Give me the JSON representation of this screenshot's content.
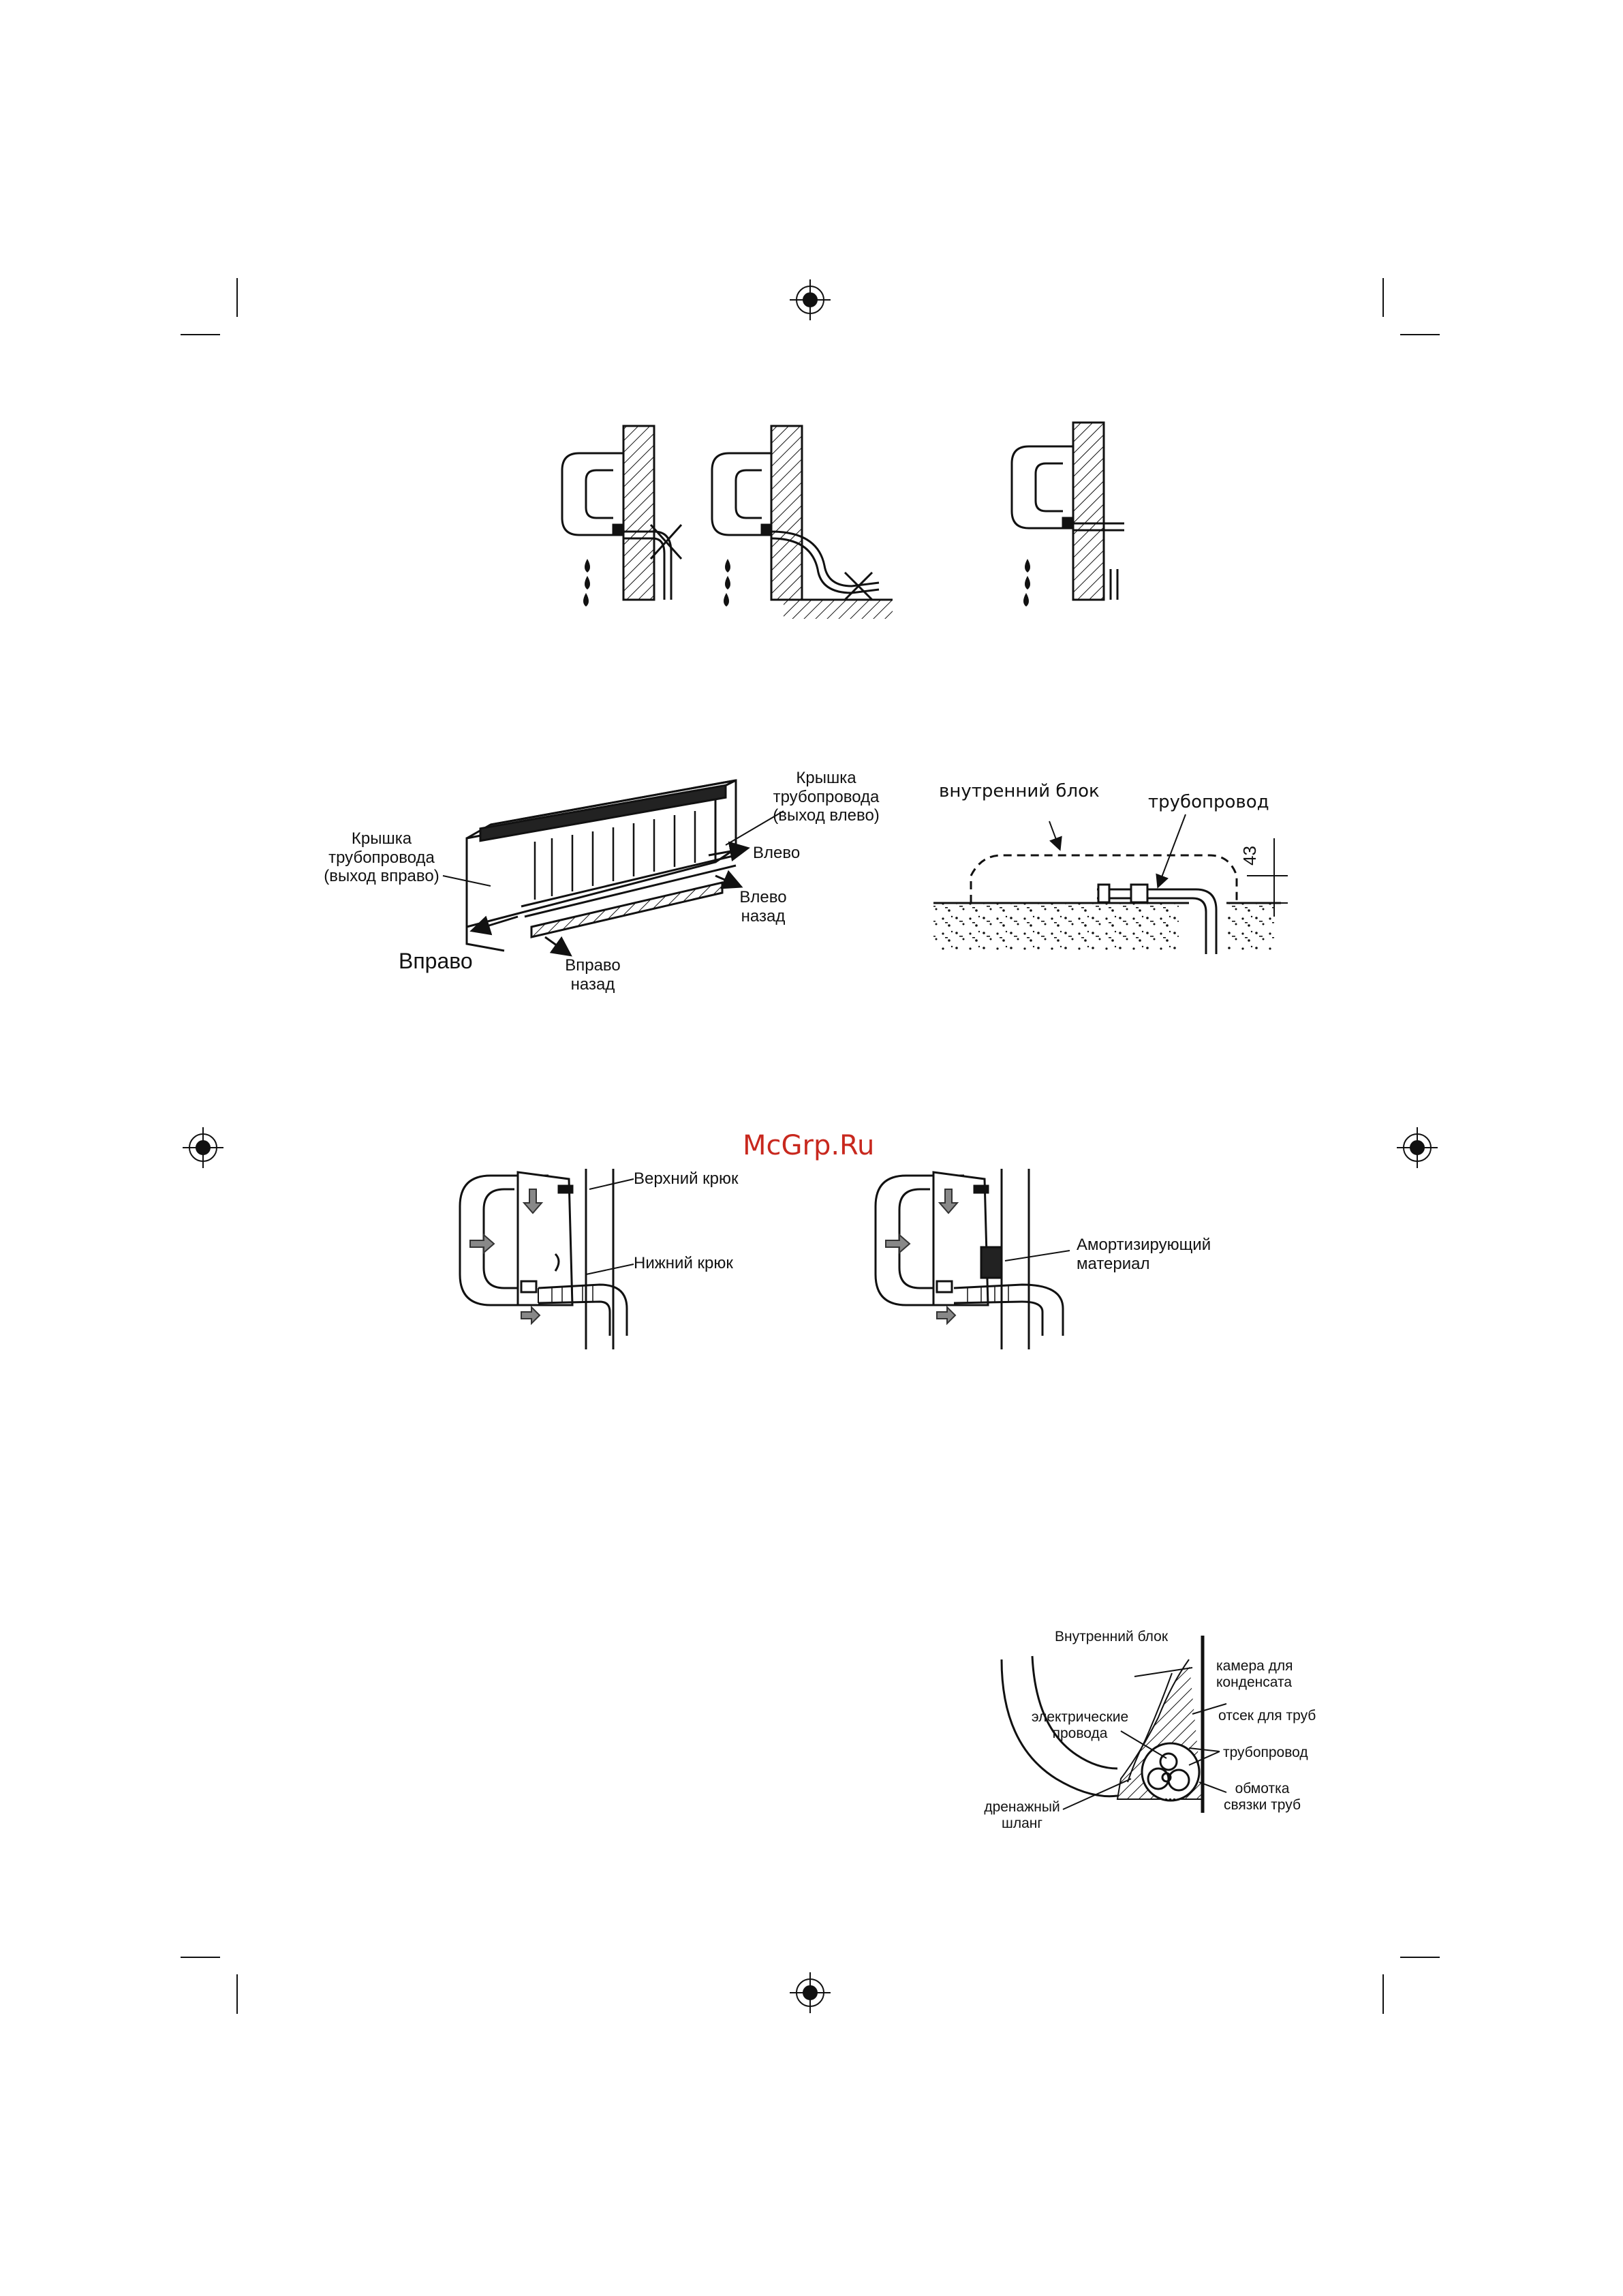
{
  "watermark": "McGrp.Ru",
  "fig_ports": {
    "cover_right": "Крышка\nтрубопровода\n(выход вправо)",
    "cover_left": "Крышка\nтрубопровода\n(выход влево)",
    "left": "Влево",
    "left_back": "Влево\nназад",
    "right": "Вправо",
    "right_back": "Вправо\nназад"
  },
  "fig_pipe": {
    "indoor_unit": "внутренний блок",
    "pipe": "трубопровод",
    "dimension": "43"
  },
  "fig_hooks": {
    "upper_hook": "Верхний крюк",
    "lower_hook": "Нижний крюк",
    "damping": "Амортизирующий\nматериал"
  },
  "fig_section": {
    "indoor_unit": "Внутренний блок",
    "chamber": "камера для\nконденсата",
    "compartment": "отсек для труб",
    "wires": "электрические\nпровода",
    "pipe": "трубопровод",
    "drain": "дренажный\nшланг",
    "wrap": "обмотка\nсвязки труб"
  }
}
